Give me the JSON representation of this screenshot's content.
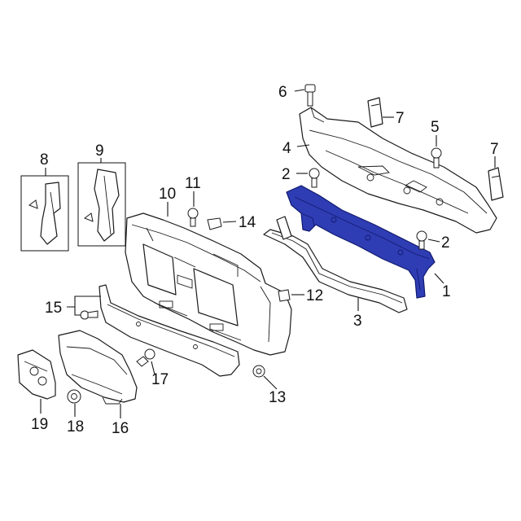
{
  "diagram": {
    "highlight_color": "#2f3db4",
    "callouts": [
      {
        "id": "c1",
        "label": "1"
      },
      {
        "id": "c2a",
        "label": "2"
      },
      {
        "id": "c2b",
        "label": "2"
      },
      {
        "id": "c3",
        "label": "3"
      },
      {
        "id": "c4",
        "label": "4"
      },
      {
        "id": "c5",
        "label": "5"
      },
      {
        "id": "c6",
        "label": "6"
      },
      {
        "id": "c7a",
        "label": "7"
      },
      {
        "id": "c7b",
        "label": "7"
      },
      {
        "id": "c8",
        "label": "8"
      },
      {
        "id": "c9",
        "label": "9"
      },
      {
        "id": "c10",
        "label": "10"
      },
      {
        "id": "c11",
        "label": "11"
      },
      {
        "id": "c12",
        "label": "12"
      },
      {
        "id": "c13",
        "label": "13"
      },
      {
        "id": "c14",
        "label": "14"
      },
      {
        "id": "c15",
        "label": "15"
      },
      {
        "id": "c16",
        "label": "16"
      },
      {
        "id": "c17",
        "label": "17"
      },
      {
        "id": "c18",
        "label": "18"
      },
      {
        "id": "c19",
        "label": "19"
      }
    ]
  }
}
